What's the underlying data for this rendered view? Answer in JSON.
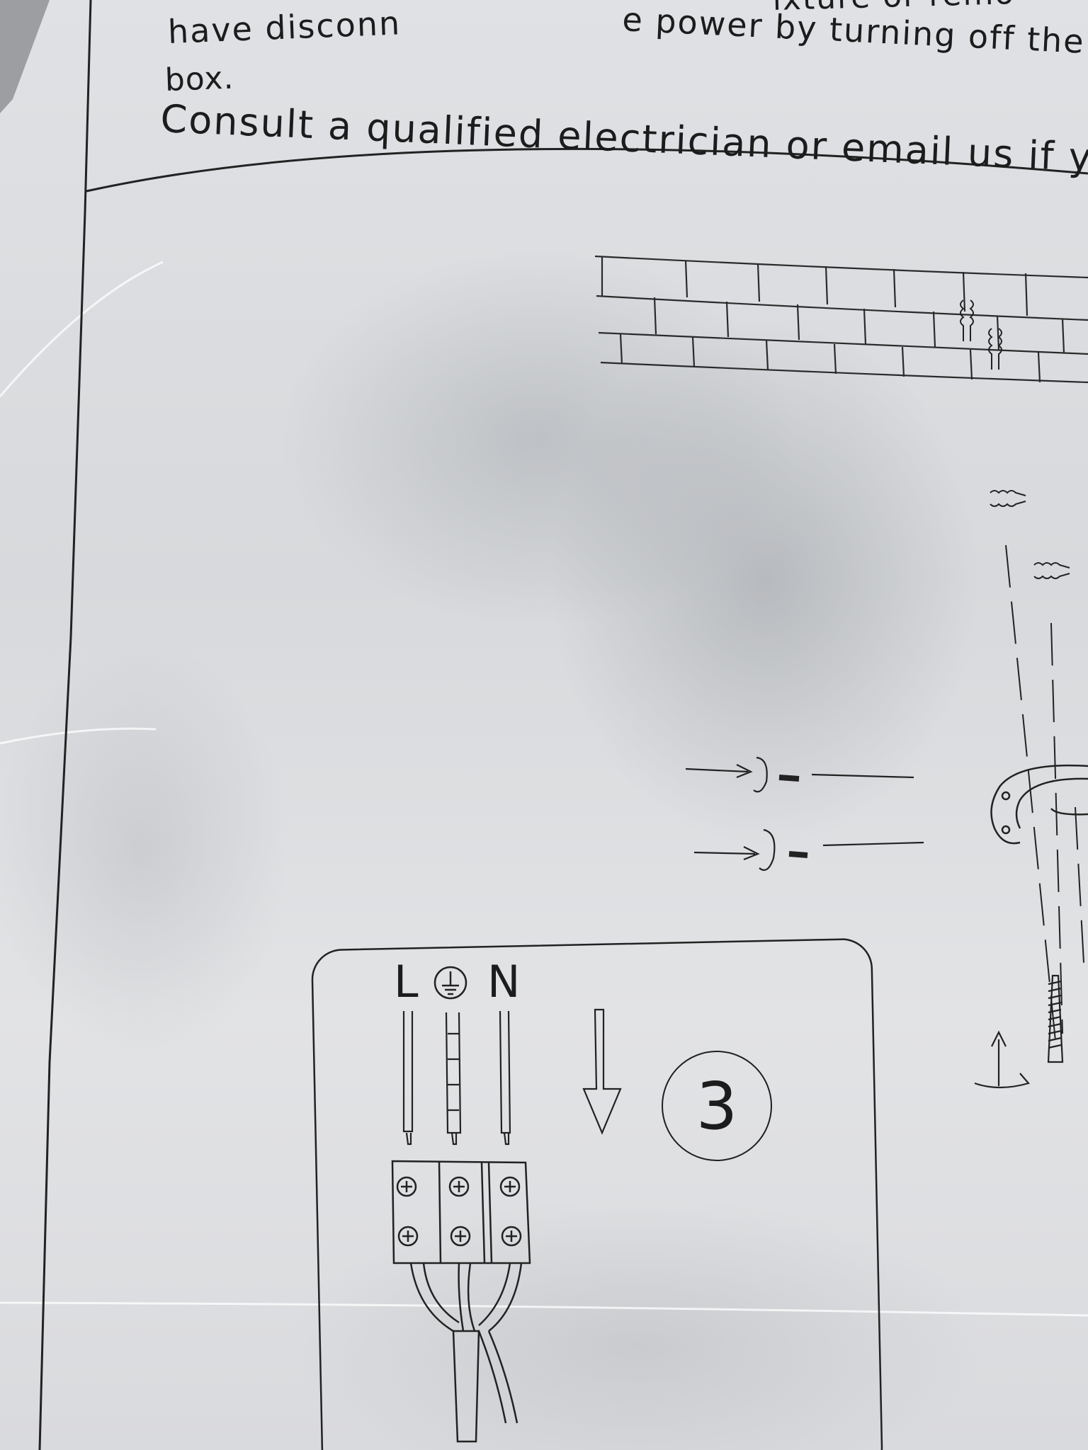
{
  "instructions": {
    "line_1": "have disconn",
    "line_1_right": "e power by turning off the c",
    "line_2": "box.",
    "line_3": "Consult a qualified electrician or email us if you",
    "line_top_right": "ixture or remo"
  },
  "wiring": {
    "live_label": "L",
    "earth_symbol": "earth-ground-symbol",
    "neutral_label": "N",
    "step_number": "3"
  },
  "colors": {
    "paper": "#dcdee1",
    "ink": "#1c1c1c"
  }
}
